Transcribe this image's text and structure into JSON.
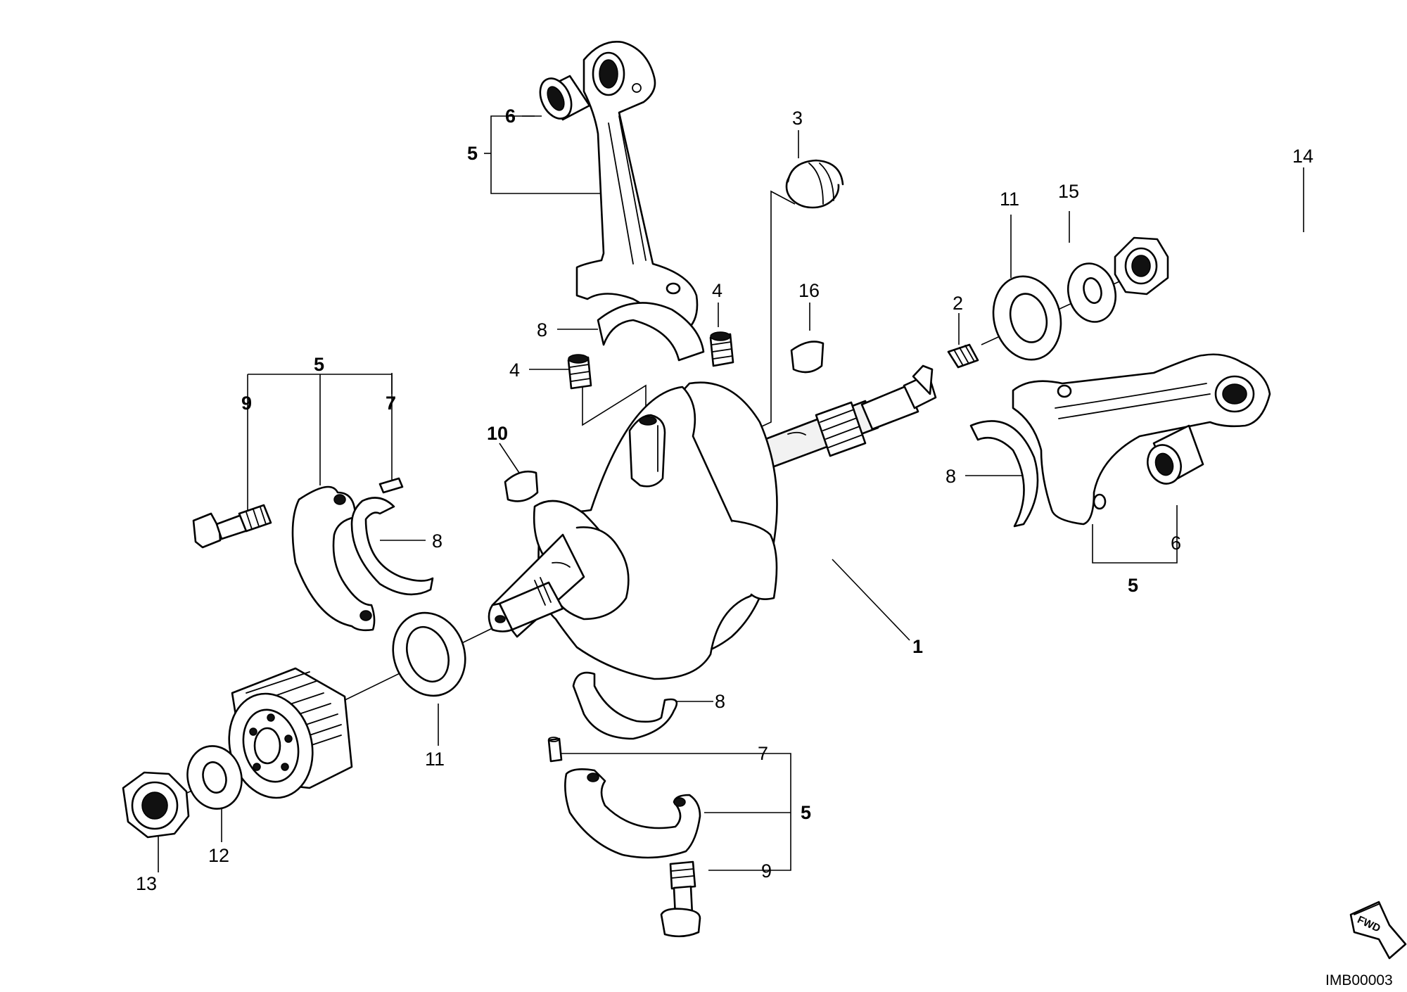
{
  "callouts": [
    {
      "id": "c-6-top",
      "text": "6",
      "bold": true
    },
    {
      "id": "c-5-top",
      "text": "5",
      "bold": true
    },
    {
      "id": "c-3",
      "text": "3",
      "bold": false
    },
    {
      "id": "c-14",
      "text": "14",
      "bold": false
    },
    {
      "id": "c-15",
      "text": "15",
      "bold": false
    },
    {
      "id": "c-11-right",
      "text": "11",
      "bold": false
    },
    {
      "id": "c-4-right",
      "text": "4",
      "bold": false
    },
    {
      "id": "c-16",
      "text": "16",
      "bold": false
    },
    {
      "id": "c-2",
      "text": "2",
      "bold": false
    },
    {
      "id": "c-8-top",
      "text": "8",
      "bold": false
    },
    {
      "id": "c-4-left",
      "text": "4",
      "bold": false
    },
    {
      "id": "c-5-left",
      "text": "5",
      "bold": true
    },
    {
      "id": "c-9-left",
      "text": "9",
      "bold": true
    },
    {
      "id": "c-7-left",
      "text": "7",
      "bold": true
    },
    {
      "id": "c-10",
      "text": "10",
      "bold": true
    },
    {
      "id": "c-8-left",
      "text": "8",
      "bold": false
    },
    {
      "id": "c-8-right",
      "text": "8",
      "bold": false
    },
    {
      "id": "c-6-right",
      "text": "6",
      "bold": false
    },
    {
      "id": "c-5-right",
      "text": "5",
      "bold": true
    },
    {
      "id": "c-1",
      "text": "1",
      "bold": true
    },
    {
      "id": "c-8-bottom",
      "text": "8",
      "bold": false
    },
    {
      "id": "c-11-left",
      "text": "11",
      "bold": false
    },
    {
      "id": "c-7-bottom",
      "text": "7",
      "bold": false
    },
    {
      "id": "c-5-bottom",
      "text": "5",
      "bold": true
    },
    {
      "id": "c-9-bottom",
      "text": "9",
      "bold": false
    },
    {
      "id": "c-12",
      "text": "12",
      "bold": false
    },
    {
      "id": "c-13",
      "text": "13",
      "bold": false
    }
  ],
  "fwd_badge": "FWD",
  "diagram_code": "IMB00003"
}
